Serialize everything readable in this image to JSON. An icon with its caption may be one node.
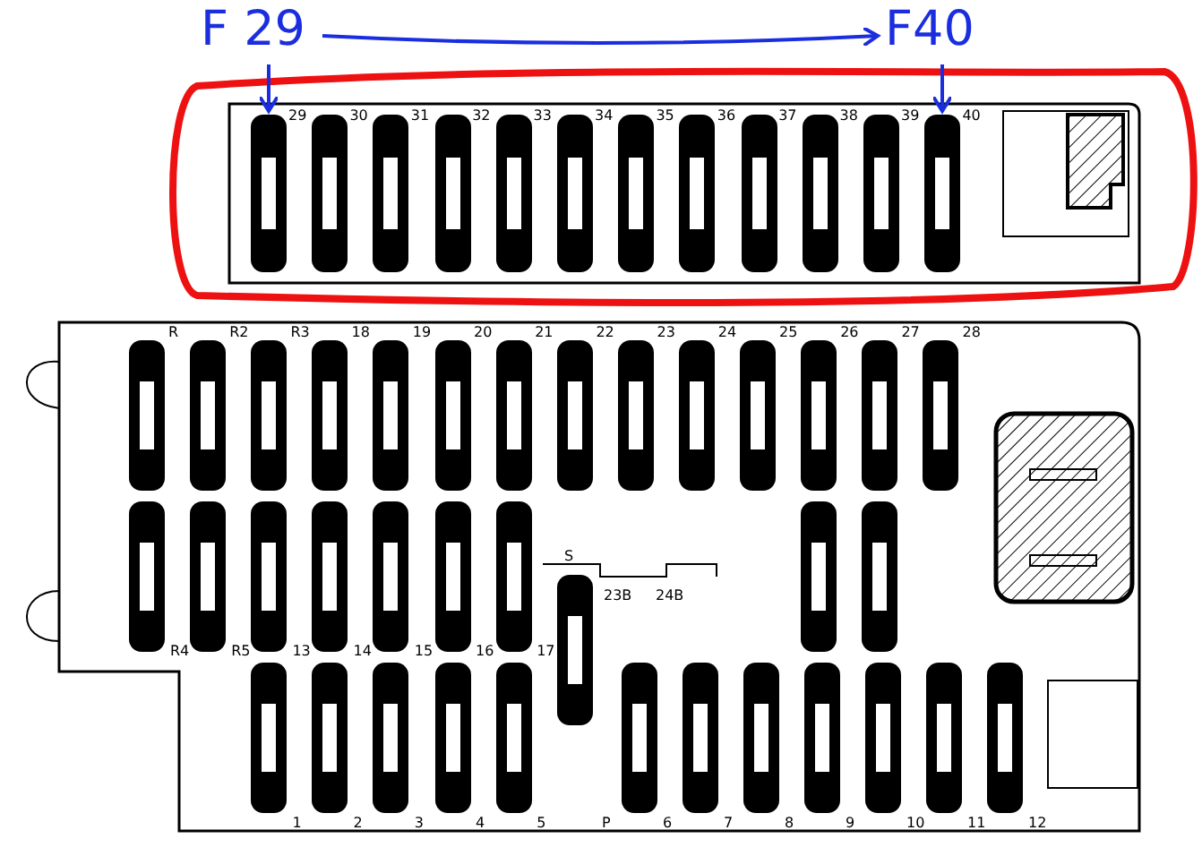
{
  "diagram": {
    "nodes": [
      {
        "text": [
          "F 29"
        ]
      },
      {
        "text": [
          "F40"
        ]
      },
      {
        "text": [],
        "shape": "box"
      },
      {
        "text": [],
        "shape": "box"
      }
    ],
    "edges": [
      {
        "from": 0,
        "to": 1,
        "arrow": "to"
      },
      {
        "from": 0,
        "to": 2,
        "arrow": "to"
      },
      {
        "from": 1,
        "to": 3,
        "arrow": "to"
      }
    ],
    "labels": [
      "29",
      "30",
      "31",
      "32",
      "33",
      "34",
      "35",
      "36",
      "37",
      "38",
      "39",
      "40",
      "R",
      "R2",
      "R3",
      "18",
      "19",
      "20",
      "21",
      "22",
      "23",
      "24",
      "25",
      "26",
      "27",
      "28",
      "S",
      "23B",
      "24B",
      "R4",
      "R5",
      "13",
      "14",
      "15",
      "16",
      "17",
      "1",
      "2",
      "3",
      "4",
      "5",
      "P",
      "6",
      "7",
      "8",
      "9",
      "10",
      "11",
      "12"
    ]
  }
}
